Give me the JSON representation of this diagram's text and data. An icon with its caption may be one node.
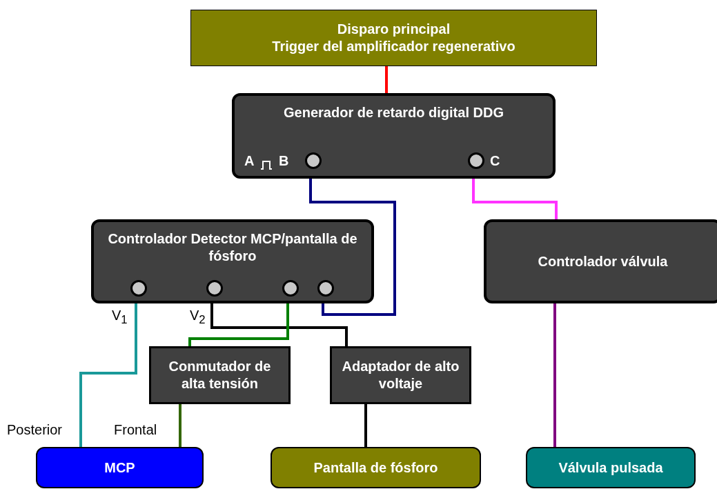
{
  "diagram": {
    "nodes": [
      {
        "text": [
          "Disparo principal",
          "Trigger del amplificador regenerativo"
        ]
      },
      {
        "text": [
          "Generador de retardo digital DDG"
        ]
      },
      {
        "text": [],
        "shape": "circle",
        "in": 1,
        "beside": [
          "A",
          "B"
        ]
      },
      {
        "text": [],
        "shape": "circle",
        "in": 1,
        "beside": [
          "C"
        ]
      },
      {
        "text": [
          "Controlador Detector MCP/pantalla de fósforo"
        ]
      },
      {
        "text": [],
        "shape": "circle",
        "in": 4
      },
      {
        "text": [],
        "shape": "circle",
        "in": 4
      },
      {
        "text": [],
        "shape": "circle",
        "in": 4
      },
      {
        "text": [],
        "shape": "circle",
        "in": 4
      },
      {
        "text": [
          "Controlador válvula"
        ]
      },
      {
        "text": [
          "Conmutador de alta tensión"
        ]
      },
      {
        "text": [
          "Adaptador de alto voltaje"
        ]
      },
      {
        "text": [
          "MCP"
        ]
      },
      {
        "text": [
          "Pantalla de fósforo"
        ]
      },
      {
        "text": [
          "Válvula pulsada"
        ]
      }
    ],
    "edges": [
      {
        "from": 0,
        "to": 1,
        "arrow": "none",
        "color": "#ff0000"
      },
      {
        "from": 2,
        "to": 8,
        "arrow": "none",
        "color": "#000080"
      },
      {
        "from": 3,
        "to": 9,
        "arrow": "none",
        "color": "#ff33ff"
      },
      {
        "from": 5,
        "to": 12,
        "arrow": "none",
        "color": "#1a9999",
        "label": "Posterior"
      },
      {
        "from": 6,
        "to": 11,
        "arrow": "none"
      },
      {
        "from": 7,
        "to": 10,
        "arrow": "none",
        "color": "#008000"
      },
      {
        "from": 9,
        "to": 14,
        "arrow": "none",
        "color": "#800080"
      },
      {
        "from": 10,
        "to": 12,
        "arrow": "none",
        "color": "#336600",
        "label": "Frontal"
      },
      {
        "from": 11,
        "to": 13,
        "arrow": "none"
      }
    ],
    "labels": [
      "V$_{1}$",
      "V$_{2}$"
    ]
  }
}
